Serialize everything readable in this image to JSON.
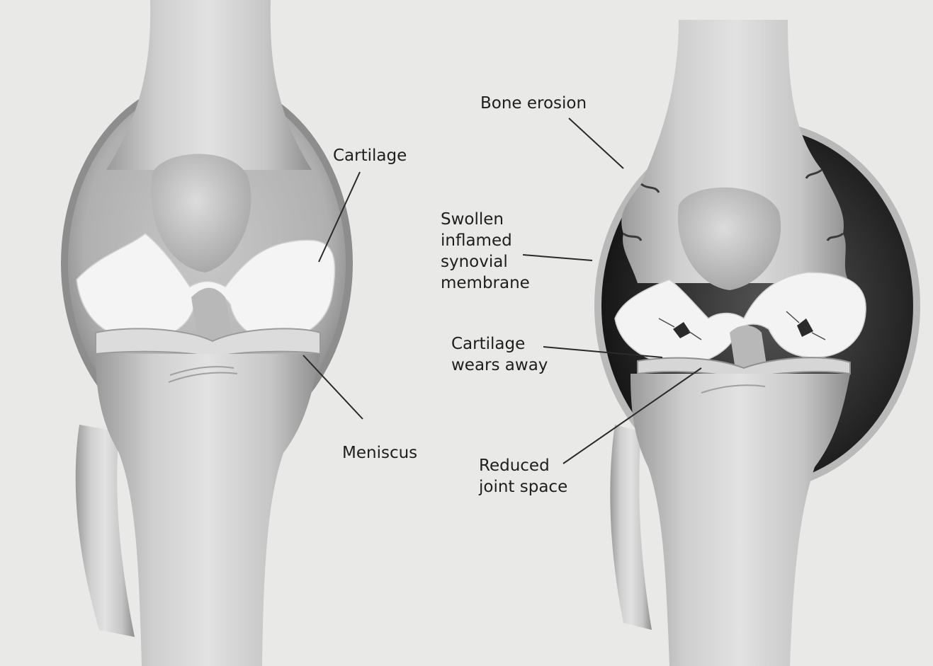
{
  "healthy_knee": {
    "labels": {
      "cartilage": "Cartilage",
      "meniscus": "Meniscus"
    }
  },
  "arthritic_knee": {
    "labels": {
      "bone_erosion": "Bone erosion",
      "synovial_membrane": "Swollen\ninflamed\nsynovial\nmembrane",
      "cartilage_wear": "Cartilage\nwears away",
      "joint_space": "Reduced\njoint space"
    }
  },
  "colors": {
    "background": "#e9e9e7",
    "bone": "#d3d3d3",
    "cartilage": "#f4f4f4",
    "synovial_healthy": "#a8a8a8",
    "synovial_inflamed": "#2e2e2e"
  }
}
